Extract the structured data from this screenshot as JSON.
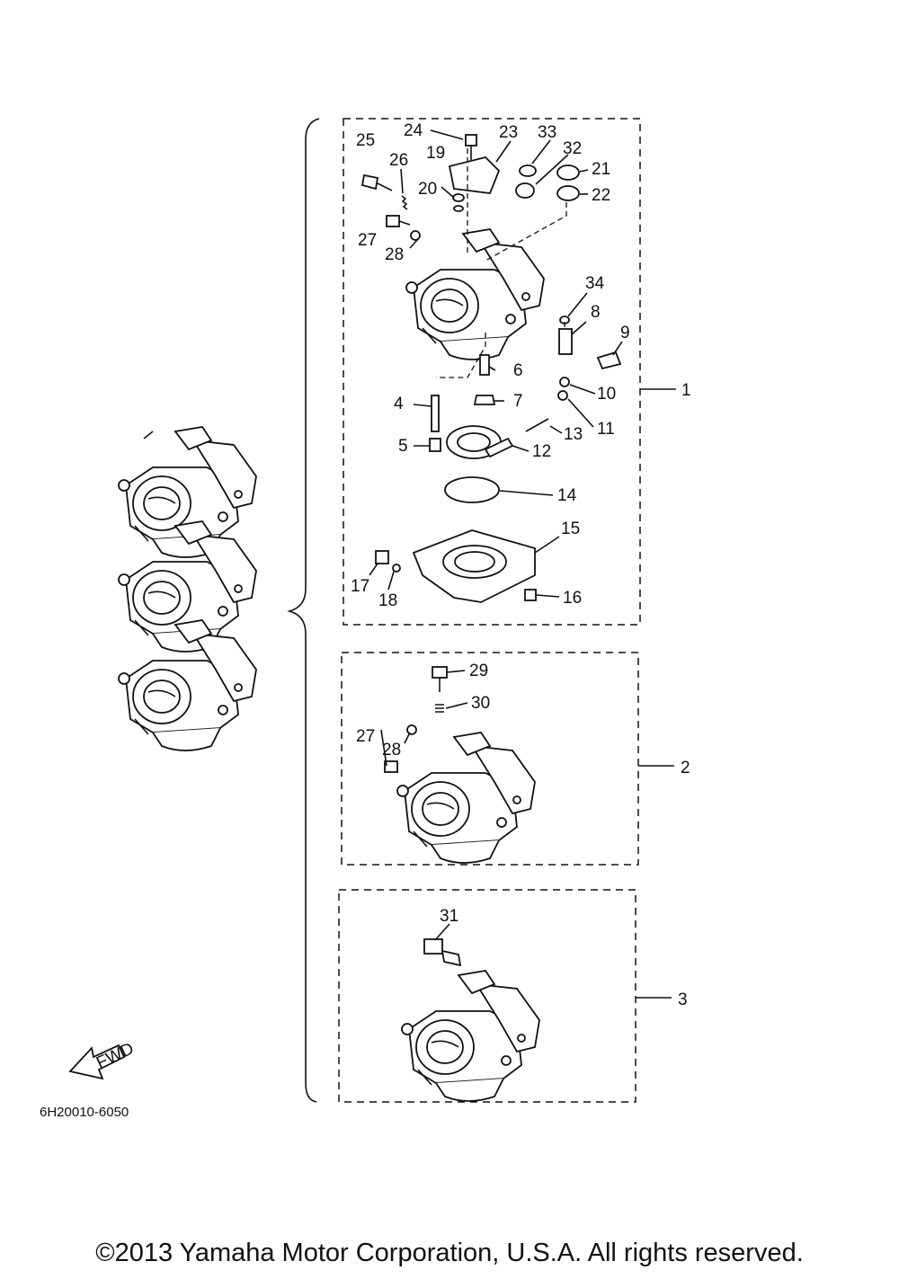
{
  "callouts": {
    "c1": "1",
    "c2": "2",
    "c3": "3",
    "c4": "4",
    "c5": "5",
    "c6": "6",
    "c7": "7",
    "c8": "8",
    "c9": "9",
    "c10": "10",
    "c11": "11",
    "c12": "12",
    "c13": "13",
    "c14": "14",
    "c15": "15",
    "c16": "16",
    "c17": "17",
    "c18": "18",
    "c19": "19",
    "c20": "20",
    "c21": "21",
    "c22": "22",
    "c23": "23",
    "c24": "24",
    "c25": "25",
    "c26": "26",
    "c27": "27",
    "c28": "28",
    "c27b": "27",
    "c28b": "28",
    "c29": "29",
    "c30": "30",
    "c31": "31",
    "c32": "32",
    "c33": "33",
    "c34": "34"
  },
  "fwd_label": "FWD",
  "drawing_code": "6H20010-6050",
  "copyright": "©2013 Yamaha Motor Corporation, U.S.A. All rights reserved."
}
